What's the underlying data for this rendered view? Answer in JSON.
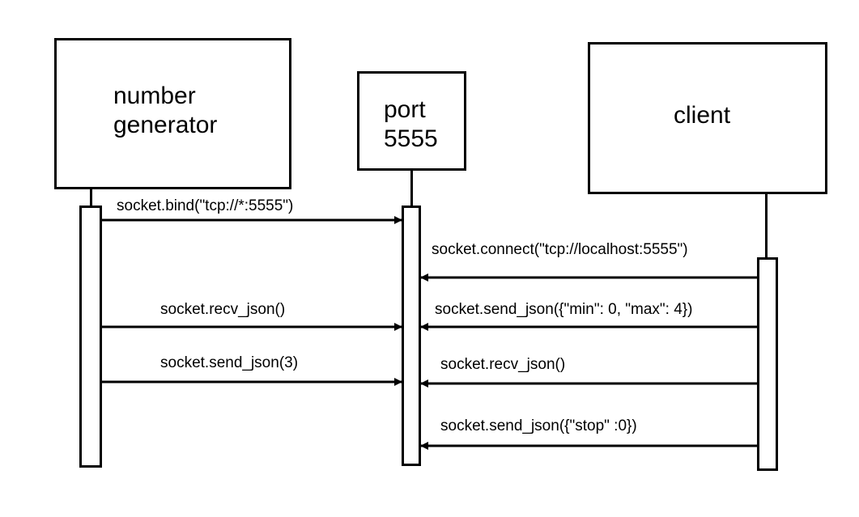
{
  "participants": {
    "generator": {
      "line1": "number",
      "line2": "generator"
    },
    "port": {
      "line1": "port",
      "line2": "5555"
    },
    "client": {
      "label": "client"
    }
  },
  "messages": [
    {
      "label": "socket.bind(\"tcp://*:5555\")",
      "from": "generator",
      "to": "port"
    },
    {
      "label": "socket.connect(\"tcp://localhost:5555\")",
      "from": "client",
      "to": "port"
    },
    {
      "label": "socket.recv_json()",
      "from": "generator",
      "to": "port"
    },
    {
      "label": "socket.send_json({\"min\": 0, \"max\": 4})",
      "from": "client",
      "to": "port"
    },
    {
      "label": "socket.send_json(3)",
      "from": "generator",
      "to": "port"
    },
    {
      "label": "socket.recv_json()",
      "from": "client",
      "to": "port"
    },
    {
      "label": "socket.send_json({\"stop\" :0})",
      "from": "client",
      "to": "port"
    }
  ],
  "colors": {
    "stroke": "#000000",
    "background": "#ffffff"
  }
}
